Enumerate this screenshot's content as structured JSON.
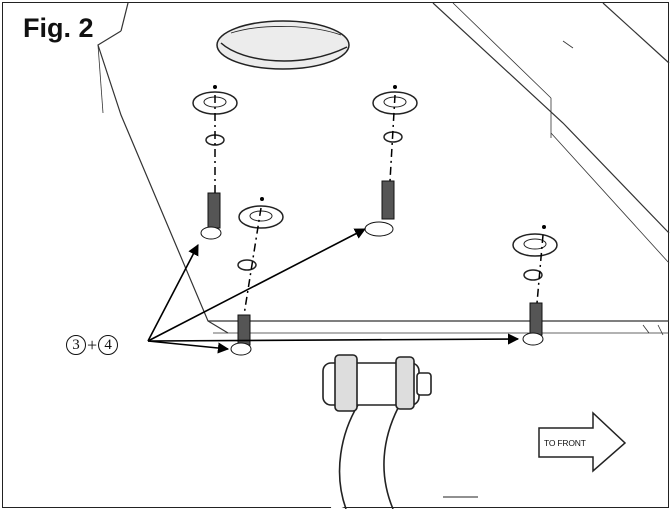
{
  "figure": {
    "title": "Fig. 2",
    "callout": {
      "part_a": "3",
      "operator": "+",
      "part_b": "4"
    },
    "direction_label": "TO FRONT"
  },
  "fasteners": [
    {
      "name": "screw-left-upper"
    },
    {
      "name": "screw-center-upper"
    },
    {
      "name": "screw-left-lower"
    },
    {
      "name": "screw-right-lower"
    }
  ]
}
